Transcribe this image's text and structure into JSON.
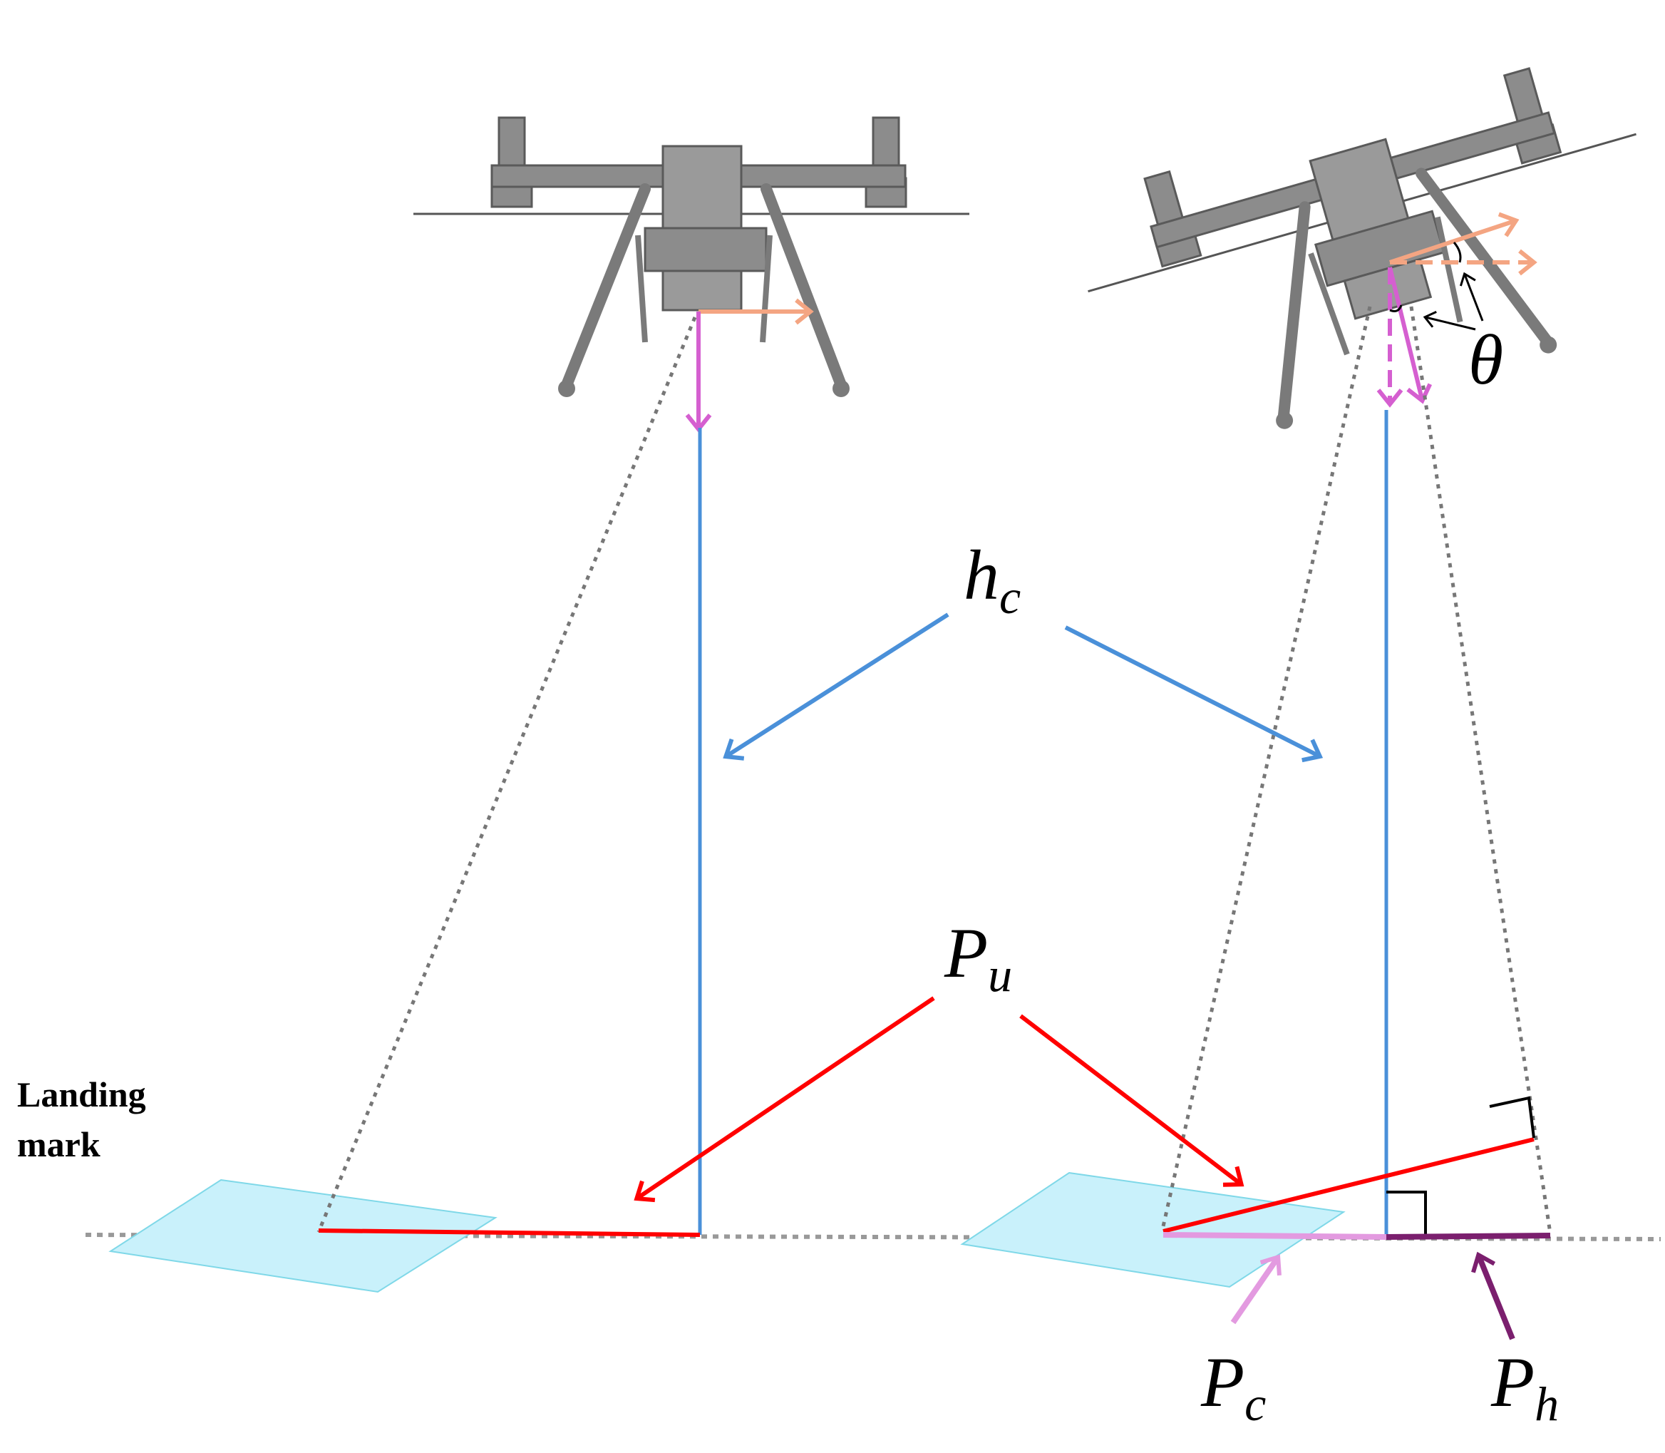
{
  "labels": {
    "landing_mark_line1": "Landing",
    "landing_mark_line2": "mark",
    "hc_main": "h",
    "hc_sub": "c",
    "pu_main": "P",
    "pu_sub": "u",
    "pc_main": "P",
    "pc_sub": "c",
    "ph_main": "P",
    "ph_sub": "h",
    "theta": "θ"
  },
  "colors": {
    "blue": "#4a90d9",
    "red": "#ff0000",
    "orange": "#f4a582",
    "magenta": "#d55fd0",
    "light_pink": "#e39ae0",
    "dark_purple": "#7b1f6e",
    "landing_pad": "#c9f1fb",
    "landing_pad_edge": "#7fd8e8",
    "ground_dots": "#999999",
    "drone_body": "#8c8c8c",
    "drone_dark": "#5a5a5a"
  },
  "icons": {
    "drone_level": "quadcopter-drone-icon",
    "drone_tilted": "tilted-quadcopter-drone-icon",
    "landing_pad": "landing-mark-pad-icon"
  }
}
